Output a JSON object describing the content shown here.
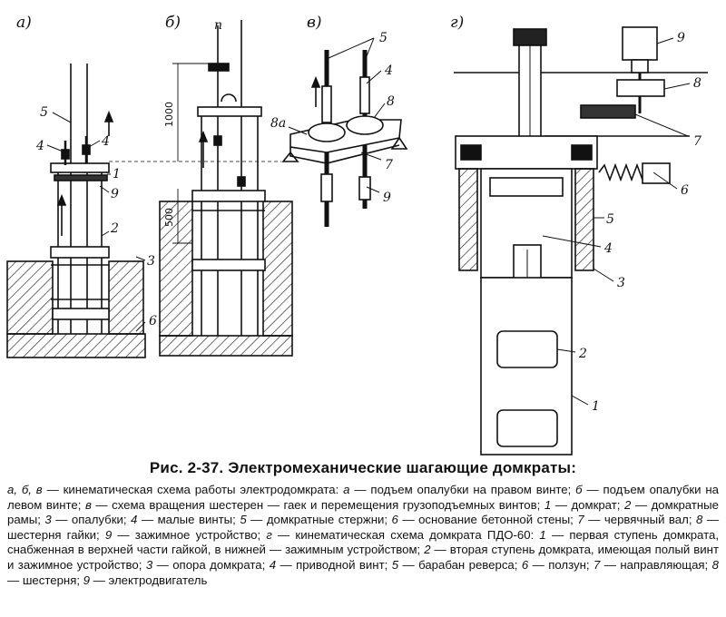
{
  "panels": {
    "a": "а)",
    "b": "б)",
    "v": "в)",
    "g": "г)"
  },
  "labels_a": [
    "5",
    "4",
    "4",
    "1",
    "9",
    "2",
    "3",
    "6"
  ],
  "labels_b": [
    "1000",
    "500",
    "п"
  ],
  "labels_v": [
    "5",
    "4",
    "8",
    "8а",
    "7",
    "9"
  ],
  "labels_g": [
    "9",
    "8",
    "7",
    "6",
    "5",
    "4",
    "3",
    "2",
    "1"
  ],
  "caption": "Рис. 2-37. Электромеханические шагающие домкраты:",
  "legend": {
    "s1": "а, б, в",
    "s2": " — кинематическая схема работы электродомкрата: ",
    "s3": "а",
    "s4": " — подъем опалубки на правом винте; ",
    "s5": "б",
    "s6": " — подъем опалубки на левом винте; ",
    "s7": "в",
    "s8": " — схема вращения шестерен — гаек и перемещения грузоподъемных винтов; ",
    "s9": "1",
    "s10": " — домкрат; ",
    "s11": "2",
    "s12": " — домкратные рамы; ",
    "s13": "3",
    "s14": " — опалубки; ",
    "s15": "4",
    "s16": " — малые винты; ",
    "s17": "5",
    "s18": " — домкратные стержни; ",
    "s19": "6",
    "s20": " — основание бетонной стены; ",
    "s21": "7",
    "s22": " — червячный вал; ",
    "s23": "8",
    "s24": " — шестерня гайки; ",
    "s25": "9",
    "s26": " — зажимное устройство; ",
    "s27": "г",
    "s28": " — кинематическая схема домкрата ПДО-60: ",
    "s29": "1",
    "s30": " — первая ступень домкрата, снабженная в верхней части гайкой, в нижней — зажимным устройством; ",
    "s31": "2",
    "s32": " — вторая ступень домкрата, имеющая полый винт и зажимное устройство; ",
    "s33": "3",
    "s34": " — опора домкрата; ",
    "s35": "4",
    "s36": " — приводной винт; ",
    "s37": "5",
    "s38": " — барабан реверса; ",
    "s39": "6",
    "s40": " — ползун; ",
    "s41": "7",
    "s42": " — направляющая; ",
    "s43": "8",
    "s44": " — шестерня; ",
    "s45": "9",
    "s46": " — электродвигатель"
  },
  "colors": {
    "ink": "#111111",
    "paper": "#ffffff"
  }
}
